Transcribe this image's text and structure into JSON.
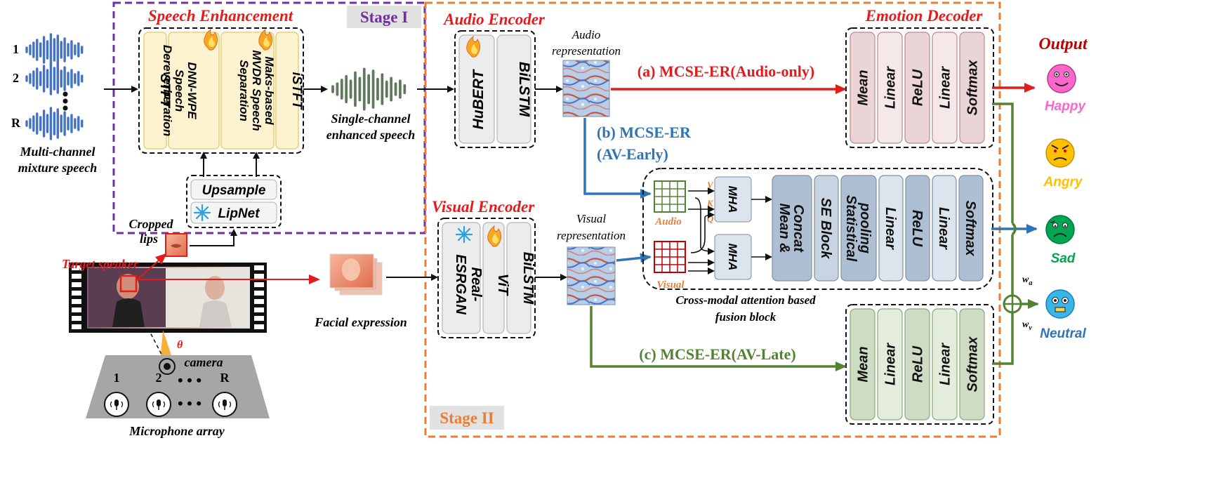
{
  "colors": {
    "purple": "#7030a0",
    "orange": "#ed7d31",
    "red": "#e31b1b",
    "blue": "#2e75b6",
    "green": "#548235",
    "happy": "#ff66cc",
    "angry": "#ffc000",
    "sad": "#00a651",
    "neutral": "#2e75b6"
  },
  "stage1": {
    "label": "Stage I",
    "title": "Speech Enhancement",
    "input_numbers": [
      "1",
      "2",
      "R"
    ],
    "input_caption_line1": "Multi-channel",
    "input_caption_line2": "mixture speech",
    "blocks": [
      "STFT",
      "DNN-WPE",
      "Speech",
      "Dereverberation",
      "Maks-based",
      "MVDR Speech",
      "Separation",
      "iSTFT"
    ],
    "upsample": "Upsample",
    "lipnet": "LipNet",
    "output_caption_line1": "Single-channel",
    "output_caption_line2": "enhanced speech",
    "cropped_lips_line1": "Cropped",
    "cropped_lips_line2": "lips"
  },
  "scene": {
    "target_speaker": "Target speaker",
    "theta": "θ",
    "camera": "camera",
    "mic_numbers": [
      "1",
      "2",
      "R"
    ],
    "mic_dots": "• • •",
    "mic_caption": "Microphone array",
    "facial_caption": "Facial expression"
  },
  "stage2": {
    "label": "Stage II",
    "audio_encoder_title": "Audio Encoder",
    "audio_encoder_blocks": [
      "HuBERT",
      "BiLSTM"
    ],
    "audio_rep_line1": "Audio",
    "audio_rep_line2": "representation",
    "visual_encoder_title": "Visual Encoder",
    "visual_encoder_blocks": [
      "Real-",
      "ESRGAN",
      "ViT",
      "BiLSTM"
    ],
    "visual_rep_line1": "Visual",
    "visual_rep_line2": "representation",
    "emotion_decoder_title": "Emotion Decoder",
    "decoder_blocks": [
      "Mean",
      "Linear",
      "ReLU",
      "Linear",
      "Softmax"
    ],
    "fusion_blocks": [
      "Mean &",
      "Concat",
      "SE Block",
      "Statistical",
      "pooling",
      "Linear",
      "ReLU",
      "Linear",
      "Softmax"
    ],
    "mha": "MHA",
    "vkq": [
      "V",
      "K",
      "Q"
    ],
    "grid_audio": "Audio",
    "grid_visual": "Visual",
    "fusion_caption_line1": "Cross-modal attention based",
    "fusion_caption_line2": "fusion block",
    "late_blocks": [
      "Mean",
      "Linear",
      "ReLU",
      "Linear",
      "Softmax"
    ],
    "path_a": "(a) MCSE-ER(Audio-only)",
    "path_b_line1": "(b) MCSE-ER",
    "path_b_line2": "(AV-Early)",
    "path_c": "(c) MCSE-ER(AV-Late)",
    "wa": "w",
    "wa_sub": "a",
    "wv": "w",
    "wv_sub": "v"
  },
  "output": {
    "title": "Output",
    "emotions": [
      "Happy",
      "Angry",
      "Sad",
      "Neutral"
    ]
  }
}
